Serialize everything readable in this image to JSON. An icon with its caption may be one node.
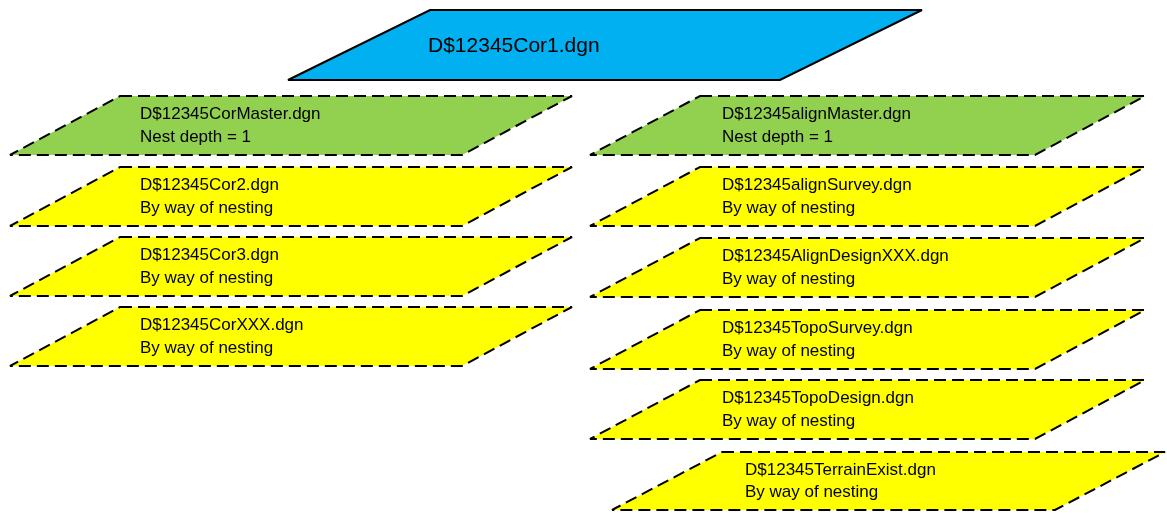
{
  "diagram": {
    "nodes": [
      {
        "text": [
          "D$12345Cor1.dgn"
        ]
      },
      {
        "text": [
          "D$12345CorMaster.dgn",
          "Nest depth = 1"
        ]
      },
      {
        "text": [
          "D$12345Cor2.dgn",
          "By way of nesting"
        ]
      },
      {
        "text": [
          "D$12345Cor3.dgn",
          "By way of nesting"
        ]
      },
      {
        "text": [
          "D$12345CorXXX.dgn",
          "By way of nesting"
        ]
      },
      {
        "text": [
          "D$12345alignMaster.dgn",
          "Nest depth = 1"
        ]
      },
      {
        "text": [
          "D$12345alignSurvey.dgn",
          "By way of nesting"
        ]
      },
      {
        "text": [
          "D$12345AlignDesignXXX.dgn",
          "By way of nesting"
        ]
      },
      {
        "text": [
          "D$12345TopoSurvey.dgn",
          "By way of nesting"
        ]
      },
      {
        "text": [
          "D$12345TopoDesign.dgn",
          "By way of nesting"
        ]
      },
      {
        "text": [
          "D$12345TerrainExist.dgn",
          "By way of nesting"
        ]
      }
    ]
  }
}
